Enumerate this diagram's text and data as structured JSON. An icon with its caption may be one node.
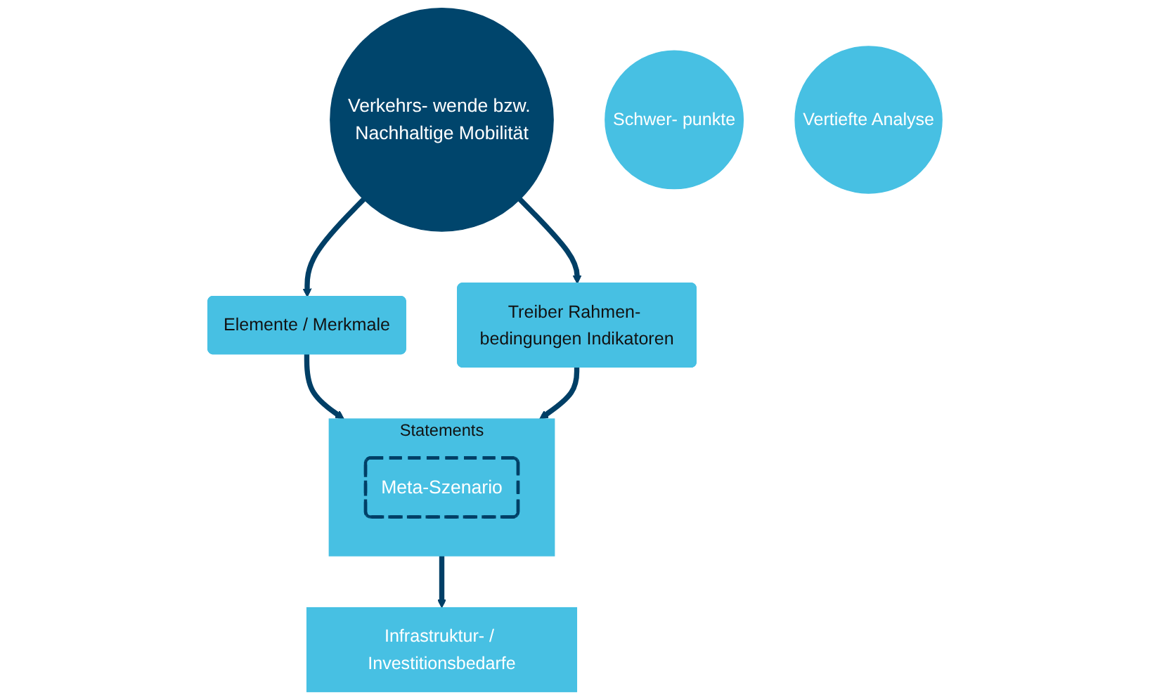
{
  "diagram": {
    "nodes": [
      {
        "text": [
          "Verkehrs- wende bzw. Nachhaltige Mobilität"
        ]
      },
      {
        "text": [
          "Schwer- punkte"
        ]
      },
      {
        "text": [
          "Vertiefte Analyse"
        ]
      },
      {
        "text": [
          "Elemente / Merkmale"
        ]
      },
      {
        "text": [
          "Treiber Rahmen- bedingungen Indikatoren"
        ]
      },
      {
        "text": [
          "Statements"
        ]
      },
      {
        "text": [
          "Meta-Szenario"
        ],
        "in": 5
      },
      {
        "text": [
          "Infrastruktur- / Investitionsbedarfe"
        ]
      }
    ],
    "edges": [
      {
        "from": 0,
        "to": 3,
        "arrow": "to"
      },
      {
        "from": 0,
        "to": 4,
        "arrow": "to"
      },
      {
        "from": 3,
        "to": 5,
        "arrow": "to"
      },
      {
        "from": 4,
        "to": 5,
        "arrow": "to"
      },
      {
        "from": 5,
        "to": 7,
        "arrow": "to"
      }
    ]
  }
}
